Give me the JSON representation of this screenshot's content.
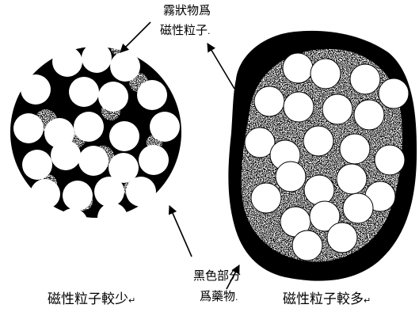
{
  "labels": {
    "top_line1": "霧狀物爲",
    "top_line2": "磁性粒子",
    "top_line2_mark": ".",
    "mid_line1": "黑色部分",
    "mid_line2": "爲藥物",
    "mid_line2_mark": ".",
    "left_caption": "磁性粒子較少",
    "left_caption_mark": "↵",
    "right_caption": "磁性粒子較多",
    "right_caption_mark": "↵"
  },
  "colors": {
    "ink": "#000000",
    "paper": "#ffffff"
  }
}
